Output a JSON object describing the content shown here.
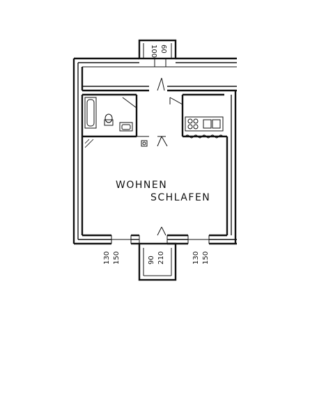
{
  "rooms": {
    "living_label_line1": "WOHNEN",
    "living_label_line2": "SCHLAFEN"
  },
  "dimensions": {
    "top_window": {
      "first": "100",
      "second": "60"
    },
    "left_window": {
      "first": "130",
      "second": "150"
    },
    "balcony_door": {
      "first": "90",
      "second": "210"
    },
    "right_window": {
      "first": "130",
      "second": "150"
    }
  },
  "colors": {
    "ink": "#111111",
    "paper": "#ffffff"
  }
}
